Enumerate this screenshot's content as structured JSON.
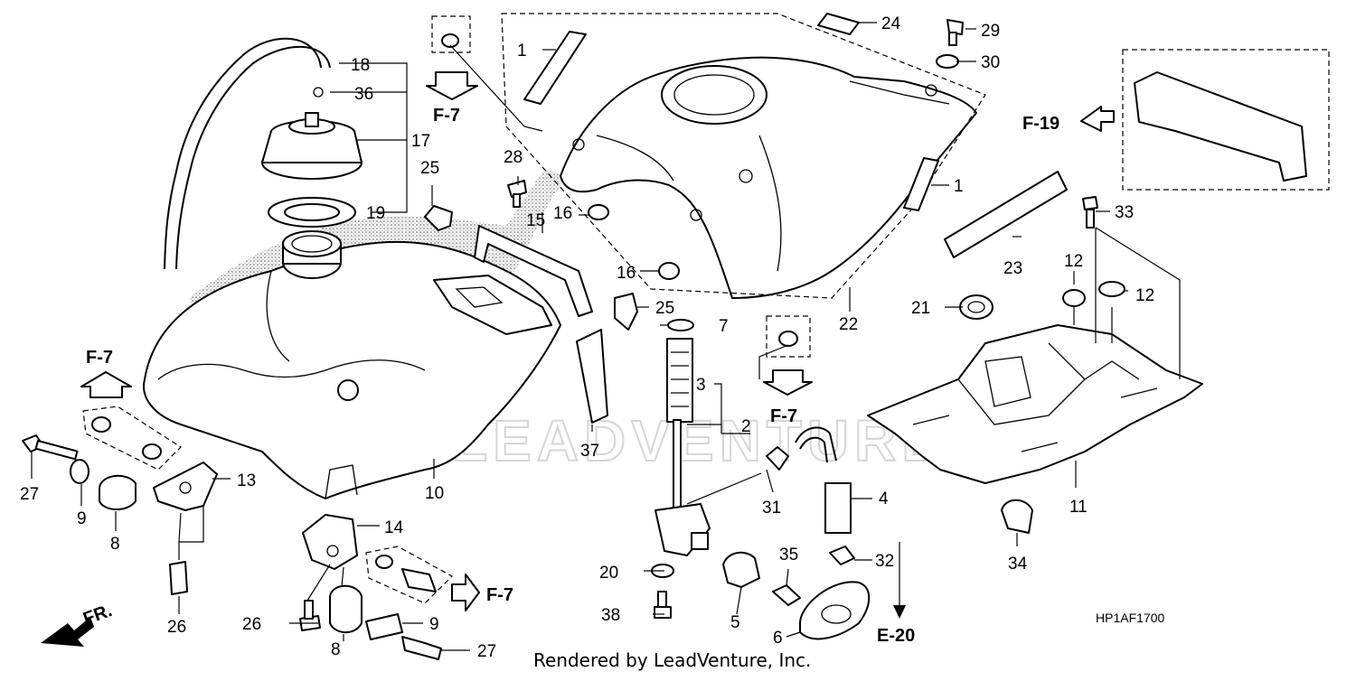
{
  "diagram": {
    "code": "HP1AF1700",
    "credit": "Rendered by LeadVenture, Inc.",
    "watermark": "LEADVENTURE",
    "direction_label": "FR.",
    "part_callouts": [
      "1",
      "1",
      "2",
      "3",
      "4",
      "5",
      "6",
      "7",
      "8",
      "8",
      "9",
      "9",
      "10",
      "11",
      "12",
      "12",
      "13",
      "14",
      "15",
      "16",
      "16",
      "17",
      "18",
      "19",
      "20",
      "21",
      "22",
      "23",
      "24",
      "25",
      "25",
      "26",
      "26",
      "27",
      "27",
      "28",
      "29",
      "30",
      "31",
      "32",
      "33",
      "34",
      "35",
      "36",
      "37",
      "38"
    ],
    "reference_labels": [
      "F-7",
      "F-7",
      "F-7",
      "F-7",
      "F-19",
      "E-20"
    ]
  }
}
